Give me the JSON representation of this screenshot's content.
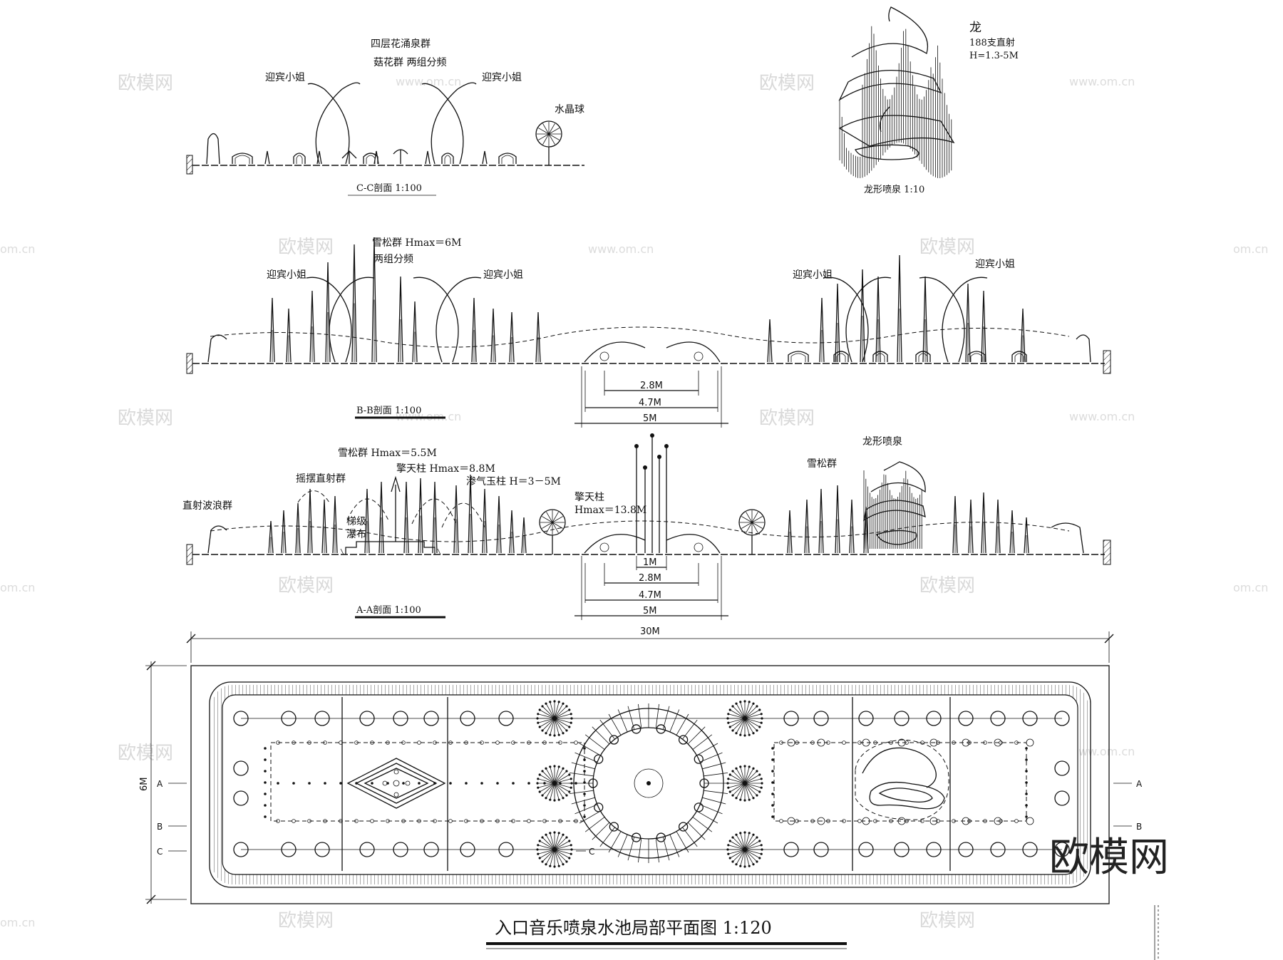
{
  "watermarks": {
    "brand": "欧模网",
    "url": "www.om.cn",
    "url_short": "om.cn",
    "corner": "欧模网"
  },
  "section_cc": {
    "title": "C-C剖面   1:100",
    "labels": {
      "four_layer": "四层花涌泉群",
      "mushroom": "菇花群  两组分频",
      "greeter_left": "迎宾小姐",
      "greeter_right": "迎宾小姐",
      "crystal_ball": "水晶球"
    }
  },
  "dragon_detail": {
    "title": "龙",
    "count": "188支直射",
    "height": "H=1.3-5M",
    "caption": "龙形喷泉    1:10"
  },
  "section_bb": {
    "title": "B-B剖面    1:100",
    "labels": {
      "snow_pine": "雪松群  Hmax＝6M",
      "two_groups": "两组分频",
      "greeter_1": "迎宾小姐",
      "greeter_2": "迎宾小姐",
      "greeter_3": "迎宾小姐",
      "greeter_4": "迎宾小姐"
    },
    "dims": [
      "2.8M",
      "4.7M",
      "5M"
    ]
  },
  "section_aa": {
    "title": "A-A剖面    1:100",
    "labels": {
      "snow_pine": "雪松群  Hmax＝5.5M",
      "sky_pillar": "擎天柱   Hmax＝8.8M",
      "swing_jets": "摇摆直射群",
      "seep_pillar": "渗气玉柱  H＝3－5M",
      "wave_jets": "直射波浪群",
      "stair_fall_1": "梯级",
      "stair_fall_2": "瀑布",
      "center_pillar_1": "擎天柱",
      "center_pillar_2": "Hmax＝13.8M",
      "dragon_fountain": "龙形喷泉",
      "snow_pine_right": "雪松群"
    },
    "dims": [
      "1M",
      "2.8M",
      "4.7M",
      "5M"
    ]
  },
  "plan": {
    "width_dim": "30M",
    "height_dim": "6M",
    "markers_left": [
      "A",
      "B",
      "C"
    ],
    "markers_right": [
      "A",
      "B"
    ],
    "marker_c_mid": "C",
    "title": "入口音乐喷泉水池局部平面图     1:120"
  }
}
